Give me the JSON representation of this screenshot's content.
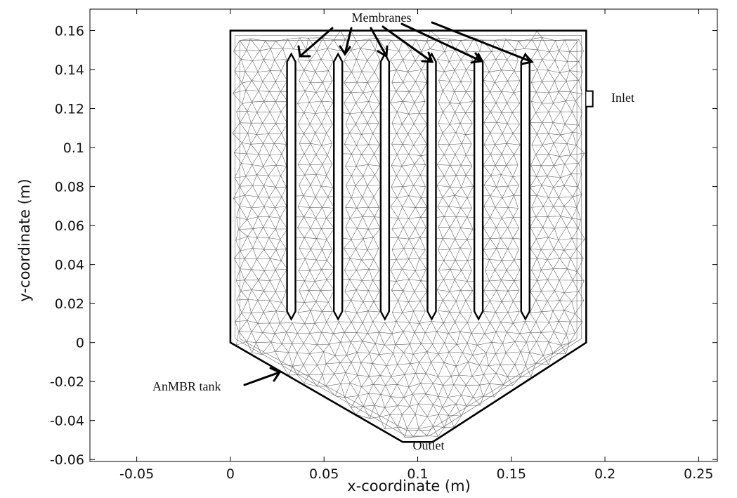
{
  "figure": {
    "xlabel": "x-coordinate (m)",
    "ylabel": "y-coordinate (m)",
    "x_ticks": [
      "-0.05",
      "0",
      "0.05",
      "0.1",
      "0.15",
      "0.2",
      "0.25"
    ],
    "y_ticks": [
      "0.16",
      "0.14",
      "0.12",
      "0.1",
      "0.08",
      "0.06",
      "0.04",
      "0.02",
      "0",
      "-0.02",
      "-0.04",
      "-0.06"
    ],
    "annotations": {
      "membranes": "Membranes",
      "inlet": "Inlet",
      "tank": "AnMBR tank",
      "outlet": "Outlet"
    }
  },
  "geometry_m": {
    "xlim": [
      -0.075,
      0.26
    ],
    "ylim": [
      -0.061,
      0.171
    ],
    "tank_outline": [
      [
        0,
        0.16
      ],
      [
        0.19,
        0.16
      ],
      [
        0.19,
        0
      ],
      [
        0.108,
        -0.051
      ],
      [
        0.092,
        -0.051
      ],
      [
        0,
        0
      ]
    ],
    "inlet_port": {
      "x": 0.19,
      "y_bottom": 0.121,
      "y_top": 0.129
    },
    "membrane_centers_x": [
      0.0325,
      0.0575,
      0.0825,
      0.1075,
      0.1325,
      0.1575
    ],
    "membrane_width": 0.0045,
    "membrane_y_range": [
      0.014,
      0.146
    ]
  }
}
